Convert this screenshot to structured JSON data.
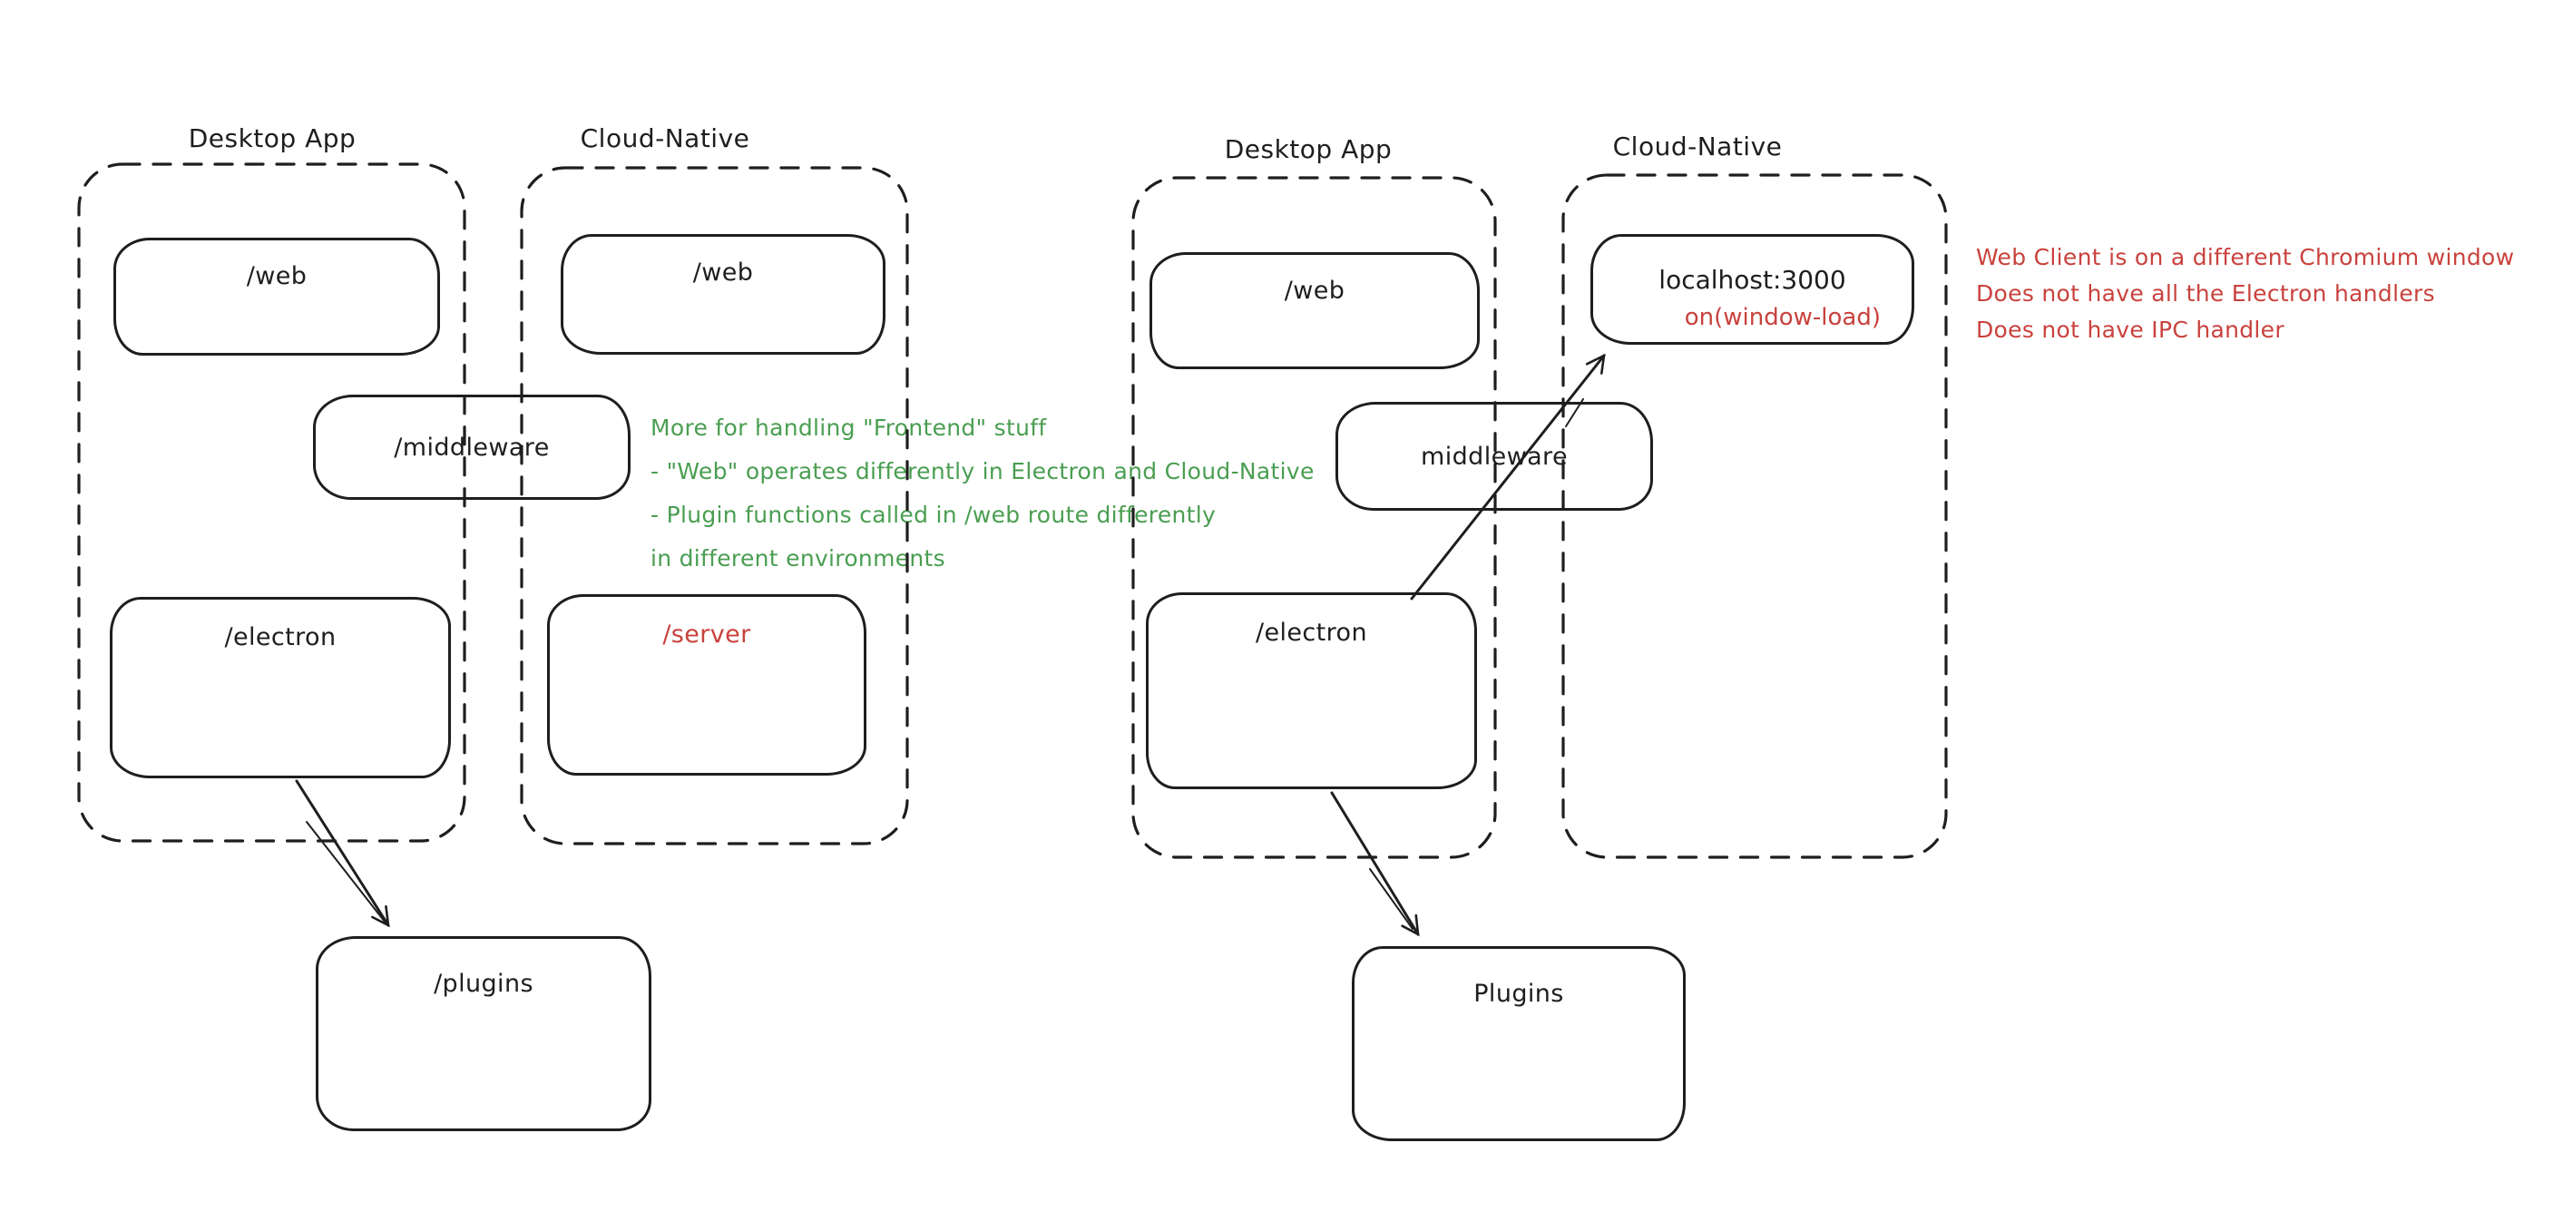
{
  "colors": {
    "ink": "#1e1e1e",
    "red": "#c9423d",
    "green": "#4a9e51",
    "background": "#ffffff"
  },
  "left_diagram": {
    "desktop": {
      "title": "Desktop App",
      "web_label": "/web",
      "electron_label": "/electron"
    },
    "cloud": {
      "title": "Cloud-Native",
      "web_label": "/web",
      "server_label": "/server"
    },
    "middleware_label": "/middleware",
    "plugins_label": "/plugins",
    "green_note": [
      "More for handling \"Frontend\" stuff",
      "- \"Web\" operates differently in Electron and Cloud-Native",
      "- Plugin functions called in /web route differently",
      "in different environments"
    ]
  },
  "right_diagram": {
    "desktop": {
      "title": "Desktop App",
      "web_label": "/web",
      "electron_label": "/electron"
    },
    "cloud": {
      "title": "Cloud-Native",
      "localhost_label": "localhost:3000",
      "window_load_label": "on(window-load)"
    },
    "middleware_label": "middleware",
    "plugins_label": "Plugins",
    "red_note": [
      "Web Client is on a different Chromium window",
      "Does not have all the Electron handlers",
      "Does not have IPC handler"
    ]
  }
}
